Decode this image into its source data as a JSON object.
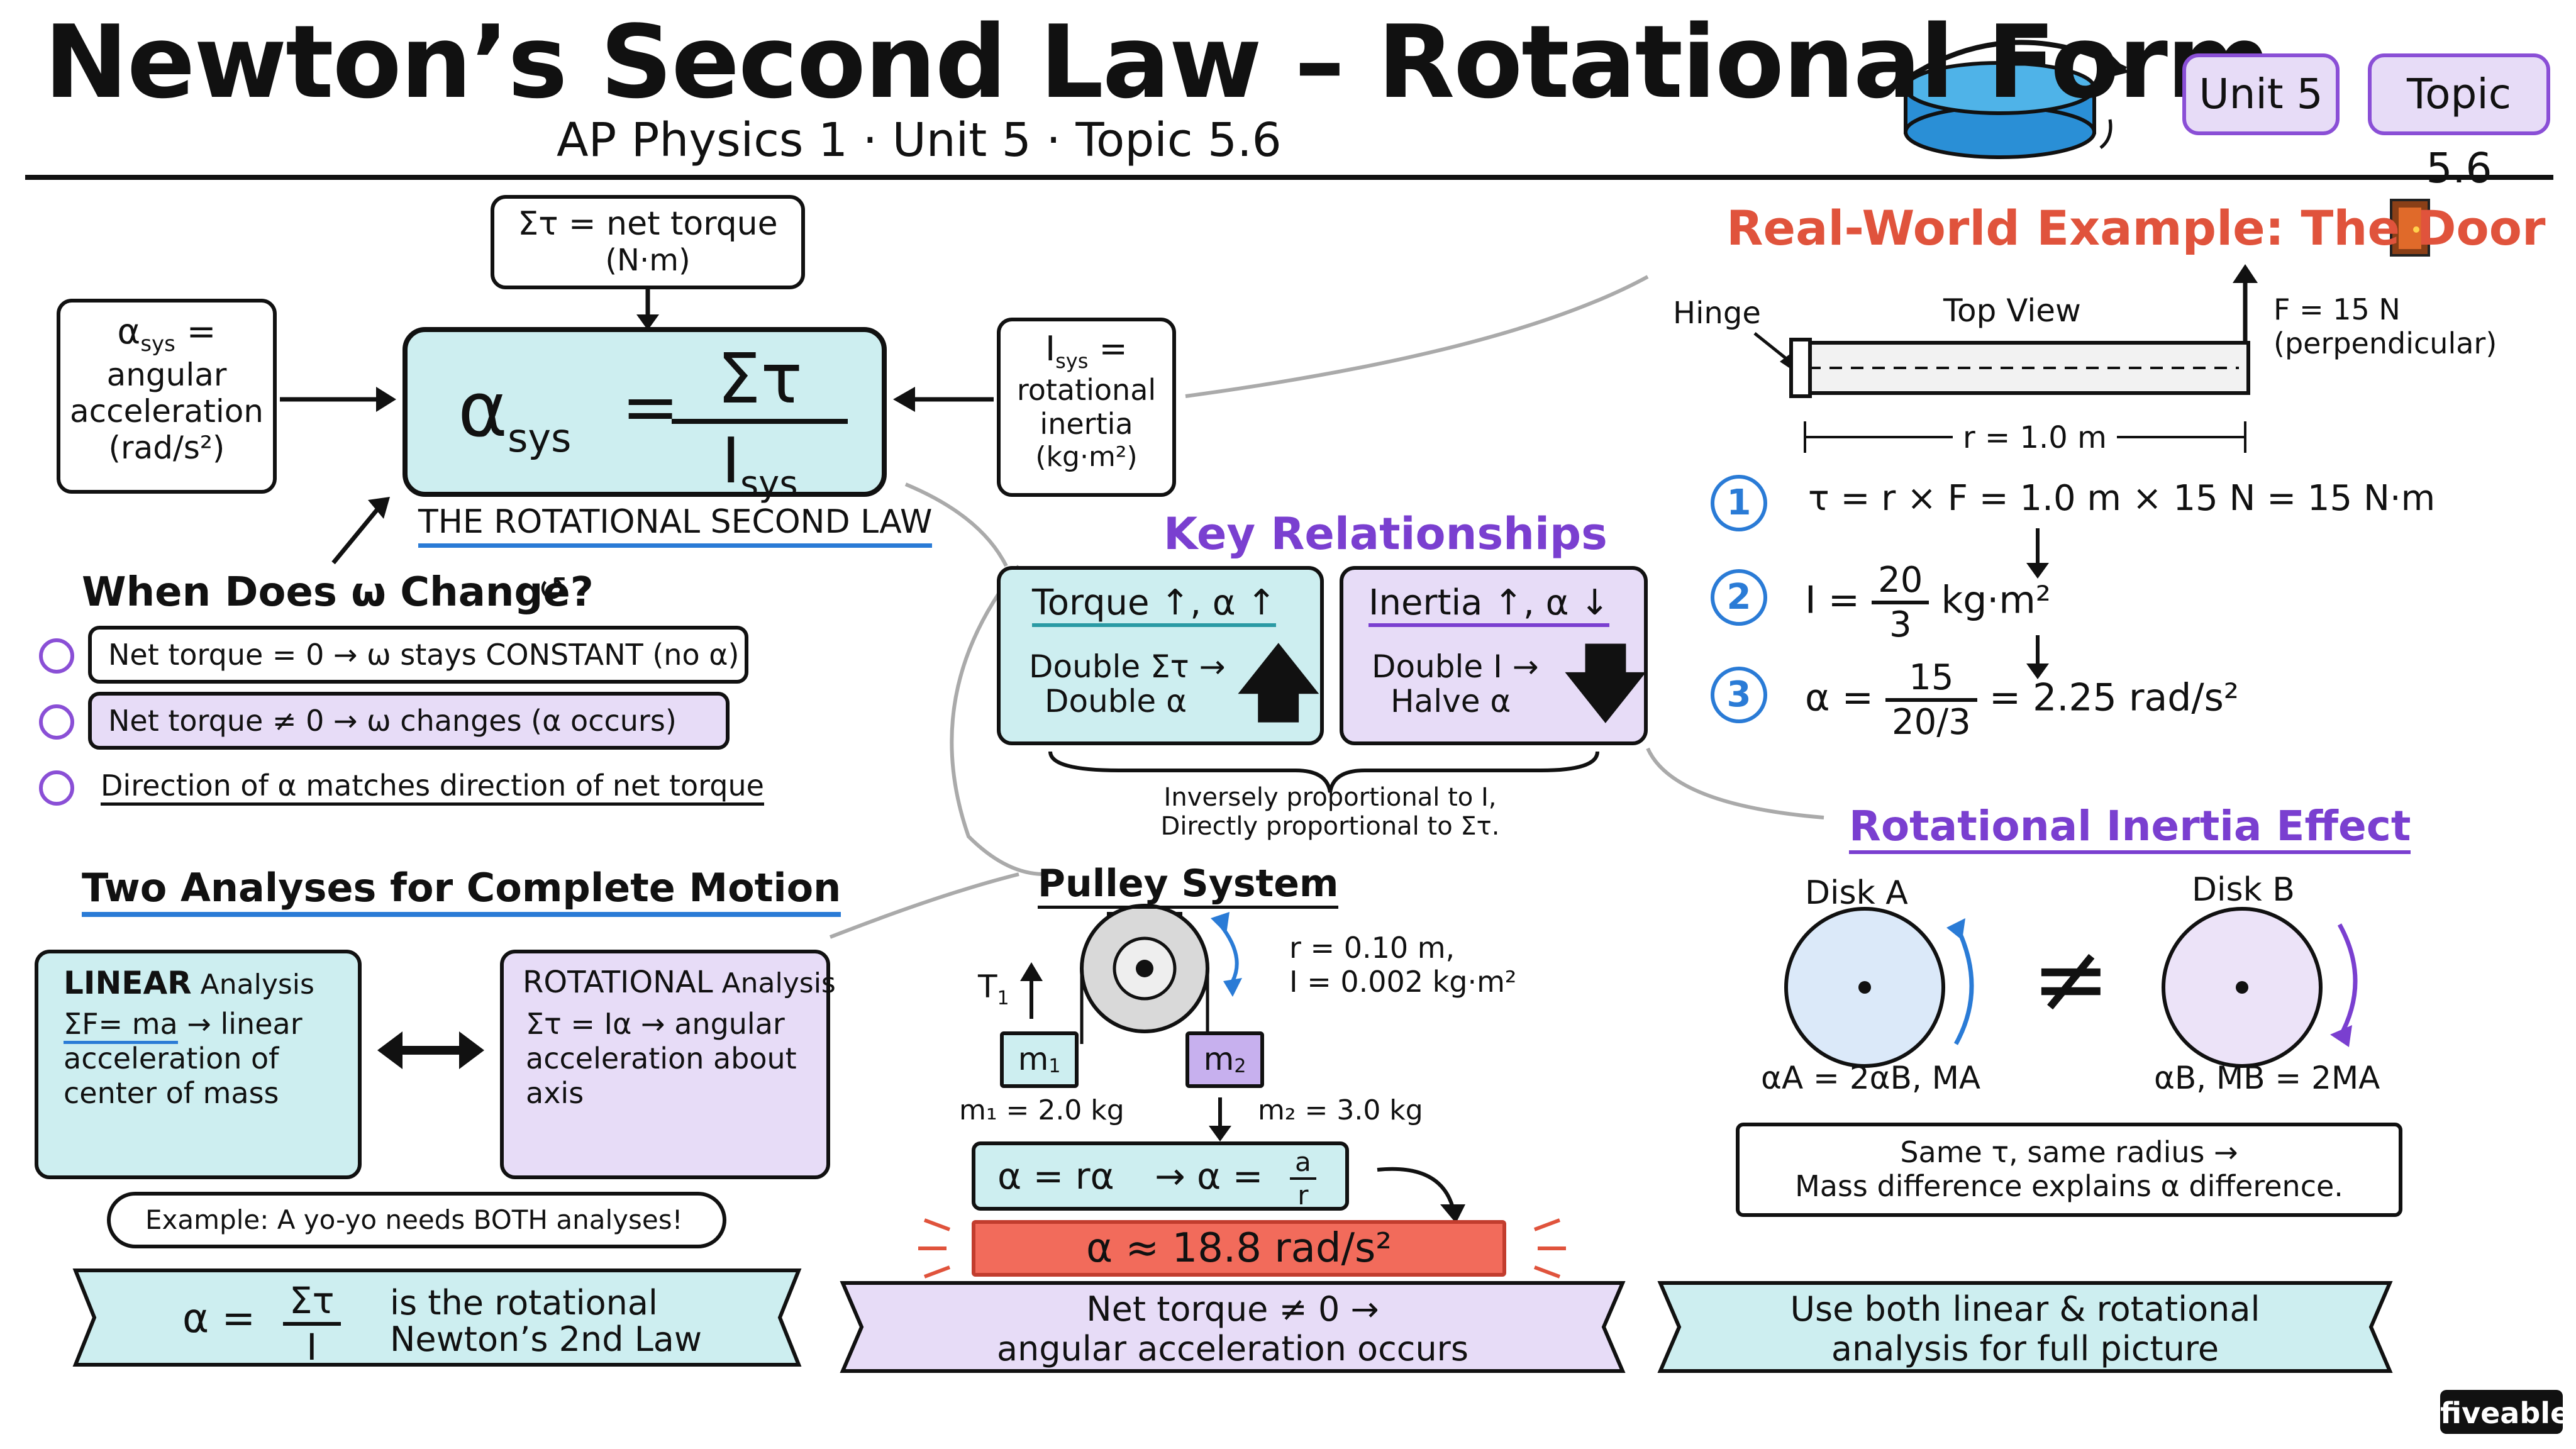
{
  "header": {
    "title": "Newton’s Second Law – Rotational Form",
    "subtitle": "AP Physics 1 · Unit 5 · Topic 5.6",
    "tags": [
      "Unit 5",
      "Topic 5.6"
    ]
  },
  "main_formula": {
    "lhs": "α",
    "lhs_sub": "sys",
    "eq": "=",
    "num": "Στ",
    "den": "I",
    "den_sub": "sys",
    "caption": "THE ROTATIONAL SECOND LAW"
  },
  "labels": {
    "net_torque_line1": "Στ = net torque",
    "net_torque_line2": "(N·m)",
    "alpha_line1": "α",
    "alpha_sub": "sys",
    "alpha_line1b": " =",
    "alpha_line2": "angular",
    "alpha_line3": "acceleration",
    "alpha_line4": "(rad/s²)",
    "inertia_line1": "I",
    "inertia_sub": "sys",
    "inertia_line1b": " =",
    "inertia_line2": "rotational",
    "inertia_line3": "inertia",
    "inertia_line4": "(kg·m²)"
  },
  "when": {
    "title": "When Does ω Change?",
    "items": [
      "Net torque = 0 → ω stays CONSTANT (no α)",
      "Net torque ≠ 0 → ω changes (α occurs)",
      "Direction of α matches direction of net torque"
    ]
  },
  "key": {
    "title": "Key Relationships",
    "card1_title": "Torque ↑, α ↑",
    "card1_line1": "Double Στ →",
    "card1_line2": "Double α",
    "card2_title": "Inertia ↑, α ↓",
    "card2_line1": "Double I →",
    "card2_line2": "Halve α",
    "note_line1": "Inversely proportional to I,",
    "note_line2": "Directly proportional to Στ."
  },
  "door": {
    "title": "Real-World Example: The Door",
    "hinge": "Hinge",
    "top_view": "Top View",
    "force_line1": "F = 15 N",
    "force_line2": "(perpendicular)",
    "radius": "r = 1.0 m",
    "steps": [
      {
        "num": "1",
        "text": "τ = r × F = 1.0 m × 15 N = 15 N·m"
      },
      {
        "num": "2",
        "pre": "I =",
        "frac_num": "20",
        "frac_den": "3",
        "post": "kg·m²"
      },
      {
        "num": "3",
        "pre": "α =",
        "frac_num": "15",
        "frac_den": "20/3",
        "post": "= 2.25 rad/s²"
      }
    ]
  },
  "two": {
    "title": "Two Analyses for Complete Motion",
    "linear_title": "LINEAR",
    "linear_title2": " Analysis",
    "linear_line1": "ΣF",
    "linear_line1b": "= ma",
    "linear_line1c": " → linear",
    "linear_line2": "acceleration of",
    "linear_line3": "center of mass",
    "rot_title": "ROTATIONAL",
    "rot_title2": " Analysis",
    "rot_line1": "Στ = Iα → angular",
    "rot_line2": "acceleration about",
    "rot_line3": "axis",
    "example": "Example: A yo-yo needs BOTH analyses!"
  },
  "pulley": {
    "title": "Pulley System",
    "spec_line1": "r = 0.10 m,",
    "spec_line2": "I = 0.002 kg·m²",
    "t1": "T",
    "t1_sub": "1",
    "m1": "m",
    "m1_sub": "1",
    "m2": "m",
    "m2_sub": "2",
    "m1_val": "m₁ = 2.0 kg",
    "m2_val": "m₂ = 3.0 kg",
    "rel": "α = rα",
    "rel2": "→ α =",
    "rel_num": "a",
    "rel_den": "r",
    "result": "α ≈ 18.8 rad/s²"
  },
  "inertia": {
    "title": "Rotational Inertia Effect",
    "disk_a": "Disk A",
    "disk_b": "Disk B",
    "neq": "≠",
    "a_label": "αA = 2αB, MA",
    "b_label": "αB, MB = 2MA",
    "note_line1": "Same τ, same radius →",
    "note_line2": "Mass difference explains α difference."
  },
  "banners": {
    "b1_lhs": "α =",
    "b1_num": "Στ",
    "b1_den": "I",
    "b1_line1": "is the rotational",
    "b1_line2": "Newton’s 2nd Law",
    "b2_line1": "Net torque ≠ 0 →",
    "b2_line2": "angular acceleration occurs",
    "b3_line1": "Use both linear & rotational",
    "b3_line2": "analysis for full picture"
  },
  "brand": "fiveable",
  "colors": {
    "teal": "#cdeef0",
    "lavender": "#e7dcf7",
    "purple": "#7a3fd0",
    "red_title": "#e0533c",
    "blue": "#2a7bd6",
    "result_red": "#f26b5b"
  }
}
